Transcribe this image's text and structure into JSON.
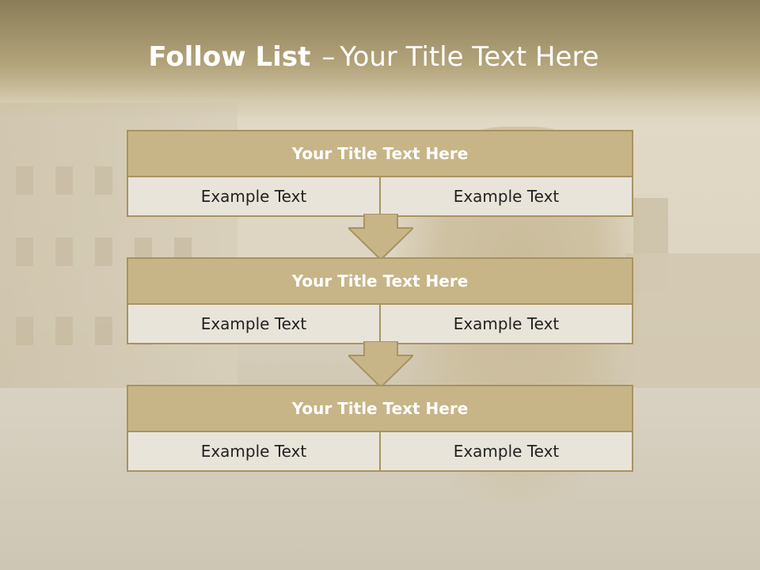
{
  "title": {
    "bold": "Follow List",
    "separator": "–",
    "rest": "Your Title Text Here"
  },
  "blocks": [
    {
      "heading": "Your Title Text Here",
      "left": "Example Text",
      "right": "Example Text"
    },
    {
      "heading": "Your Title Text Here",
      "left": "Example Text",
      "right": "Example Text"
    },
    {
      "heading": "Your Title Text Here",
      "left": "Example Text",
      "right": "Example Text"
    }
  ],
  "colors": {
    "header_fill": "#c7b588",
    "border": "#a89363",
    "cell_fill": "#e9e4da",
    "arrow_fill": "#c7b588"
  },
  "icons": {
    "connector": "down-arrow-icon"
  }
}
